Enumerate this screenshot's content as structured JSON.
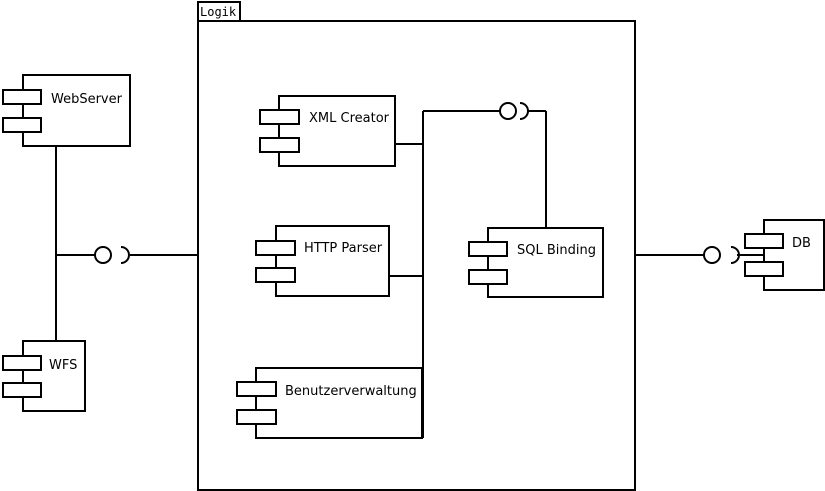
{
  "package": {
    "name": "Logik"
  },
  "components": {
    "webserver": "WebServer",
    "wfs": "WFS",
    "xml_creator": "XML Creator",
    "http_parser": "HTTP Parser",
    "benutzerverwaltung": "Benutzerverwaltung",
    "sql_binding": "SQL Binding",
    "db": "DB"
  }
}
